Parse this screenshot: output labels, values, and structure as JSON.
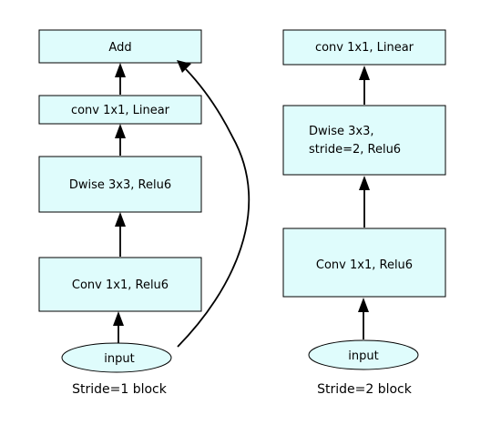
{
  "left_block": {
    "caption": "Stride=1 block",
    "input": "input",
    "conv1": "Conv 1x1, Relu6",
    "dwise": "Dwise 3x3, Relu6",
    "conv_linear": "conv 1x1, Linear",
    "add": "Add"
  },
  "right_block": {
    "caption": "Stride=2 block",
    "input": "input",
    "conv1": "Conv 1x1, Relu6",
    "dwise_line1": "Dwise 3x3,",
    "dwise_line2": "stride=2, Relu6",
    "conv_linear": "conv 1x1, Linear"
  },
  "colors": {
    "box_fill": "#dffcfc",
    "stroke": "#000000"
  }
}
